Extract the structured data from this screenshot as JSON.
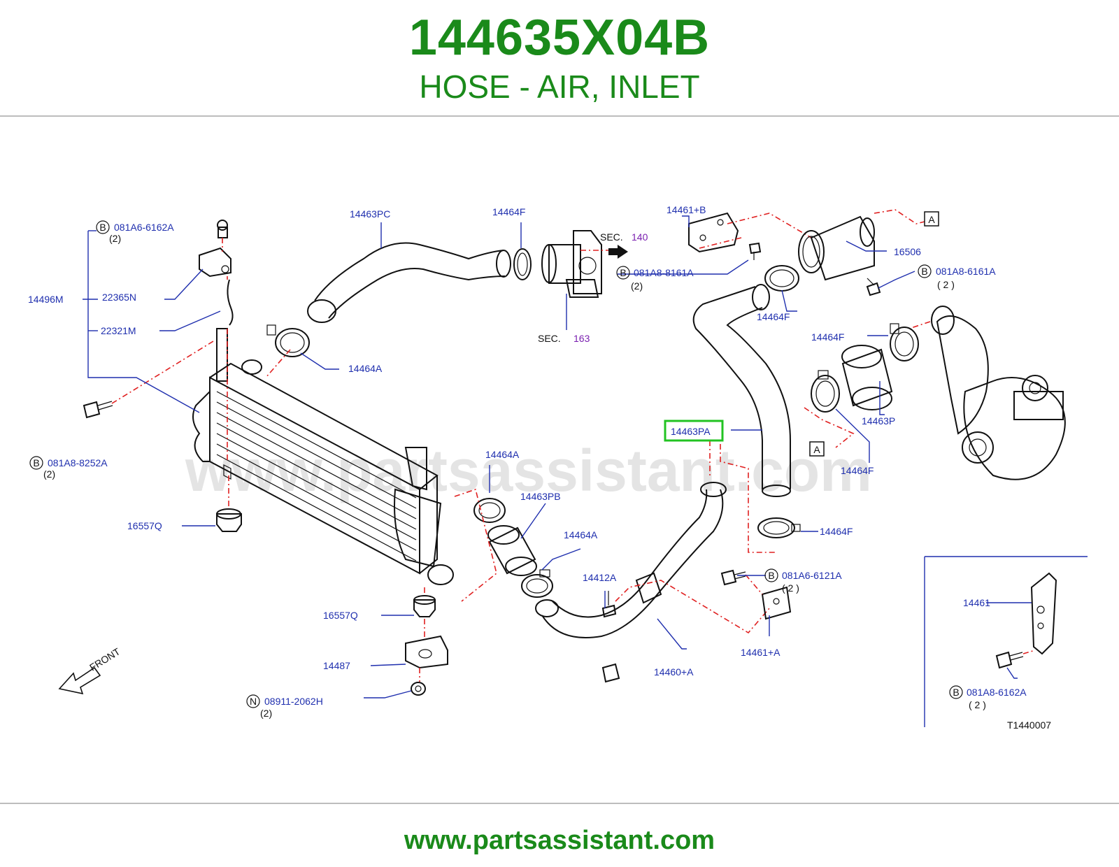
{
  "header": {
    "part_number": "144635X04B",
    "part_name": "HOSE - AIR, INLET"
  },
  "footer": {
    "url": "www.partsassistant.com"
  },
  "watermark": "www.partsassistant.com",
  "diagram_code": "T1440007",
  "front_label": "FRONT",
  "highlight": {
    "label": "14463PA",
    "color": "#22c322"
  },
  "callouts": {
    "c_14463PC": "14463PC",
    "c_14464F_top": "14464F",
    "c_sec": "SEC.",
    "c_140": "140",
    "c_163": "163",
    "c_14461B": "14461+B",
    "c_16506": "16506",
    "c_A": "A",
    "c_081A6_6162A": "081A6-6162A",
    "c_qty2a": "(2)",
    "c_14496M": "14496M",
    "c_22365N": "22365N",
    "c_22321M": "22321M",
    "c_081A8_8161A": "081A8-8161A",
    "c_qty2b": "(2)",
    "c_081A8_6161A": "081A8-6161A",
    "c_qty2c": "( 2 )",
    "c_14464F_mid": "14464F",
    "c_14464F_r1": "14464F",
    "c_14463P": "14463P",
    "c_14464F_r2": "14464F",
    "c_14464A_top": "14464A",
    "c_081A8_8252A": "081A8-8252A",
    "c_qty2d": "(2)",
    "c_14463PA": "14463PA",
    "c_14464A_mid": "14464A",
    "c_14463PB": "14463PB",
    "c_14464A_low": "14464A",
    "c_16557Q_a": "16557Q",
    "c_16557Q_b": "16557Q",
    "c_14412A": "14412A",
    "c_14464F_low": "14464F",
    "c_081A6_6121A": "081A6-6121A",
    "c_qty2e": "( 2 )",
    "c_14461A": "14461+A",
    "c_14460A": "14460+A",
    "c_14487": "14487",
    "c_08911_2062H": "08911-2062H",
    "c_qty2f": "(2)",
    "c_14461": "14461",
    "c_081A8_6162A": "081A8-6162A",
    "c_qty2g": "( 2 )",
    "c_B": "B",
    "c_N": "N"
  }
}
